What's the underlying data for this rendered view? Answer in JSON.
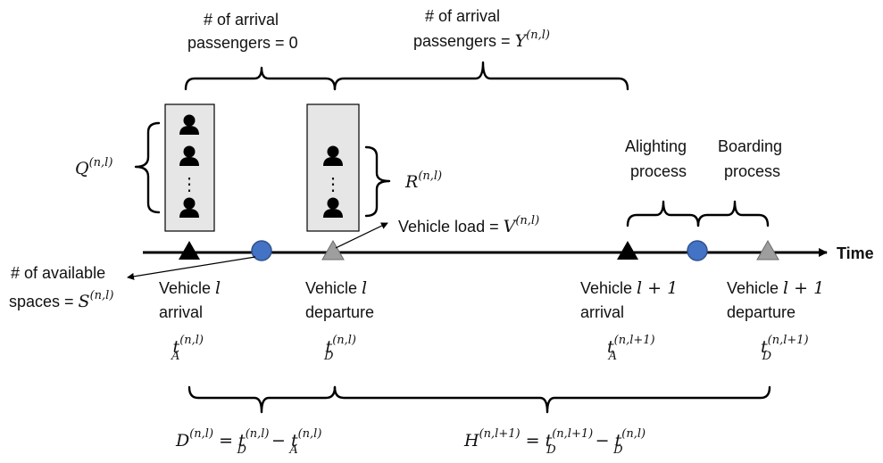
{
  "axis": {
    "label": "Time"
  },
  "events": {
    "veh_l_arrival": {
      "line1": "Vehicle",
      "var": "l",
      "line2": "arrival",
      "time_main": "t",
      "time_sub": "A",
      "time_sup": "(n,l)"
    },
    "veh_l_departure": {
      "line1": "Vehicle",
      "var": "l",
      "line2": "departure",
      "time_main": "t",
      "time_sub": "D",
      "time_sup": "(n,l)"
    },
    "veh_l1_arrival": {
      "line1": "Vehicle",
      "var": "l + 1",
      "line2": "arrival",
      "time_main": "t",
      "time_sub": "A",
      "time_sup": "(n,l+1)"
    },
    "veh_l1_departure": {
      "line1": "Vehicle",
      "var": "l + 1",
      "line2": "departure",
      "time_main": "t",
      "time_sub": "D",
      "time_sup": "(n,l+1)"
    }
  },
  "top_braces": {
    "first": {
      "line1": "# of arrival",
      "line2": "passengers = 0"
    },
    "second": {
      "line1": "# of arrival",
      "line2": "passengers = ",
      "var": "Y",
      "sup": "(n,l)"
    }
  },
  "side_labels": {
    "q": {
      "var": "Q",
      "sup": "(n,l)"
    },
    "r": {
      "var": "R",
      "sup": "(n,l)"
    }
  },
  "annotations": {
    "vehicle_load": {
      "text": "Vehicle load = ",
      "var": "V",
      "sup": "(n,l)"
    },
    "available_spaces": {
      "line1": "# of available",
      "line2": "spaces = ",
      "var": "S",
      "sup": "(n,l)"
    }
  },
  "processes": {
    "alighting": {
      "line1": "Alighting",
      "line2": "process"
    },
    "boarding": {
      "line1": "Boarding",
      "line2": "process"
    }
  },
  "bottom_formulas": {
    "dwell": {
      "lhs": "D",
      "lhs_sup": "(n,l)",
      "eq": " = ",
      "t1": "t",
      "t1_sub": "D",
      "t1_sup": "(n,l)",
      "minus": " − ",
      "t2": "t",
      "t2_sub": "A",
      "t2_sup": "(n,l)"
    },
    "headway": {
      "lhs": "H",
      "lhs_sup": "(n,l+1)",
      "eq": " = ",
      "t1": "t",
      "t1_sub": "D",
      "t1_sup": "(n,l+1)",
      "minus": " − ",
      "t2": "t",
      "t2_sub": "D",
      "t2_sup": "(n,l)"
    }
  },
  "colors": {
    "dwell_marker": "#4472C4",
    "departure_marker": "#9E9E9E",
    "arrival_marker": "#000000",
    "queue_box": "#E6E6E6"
  }
}
